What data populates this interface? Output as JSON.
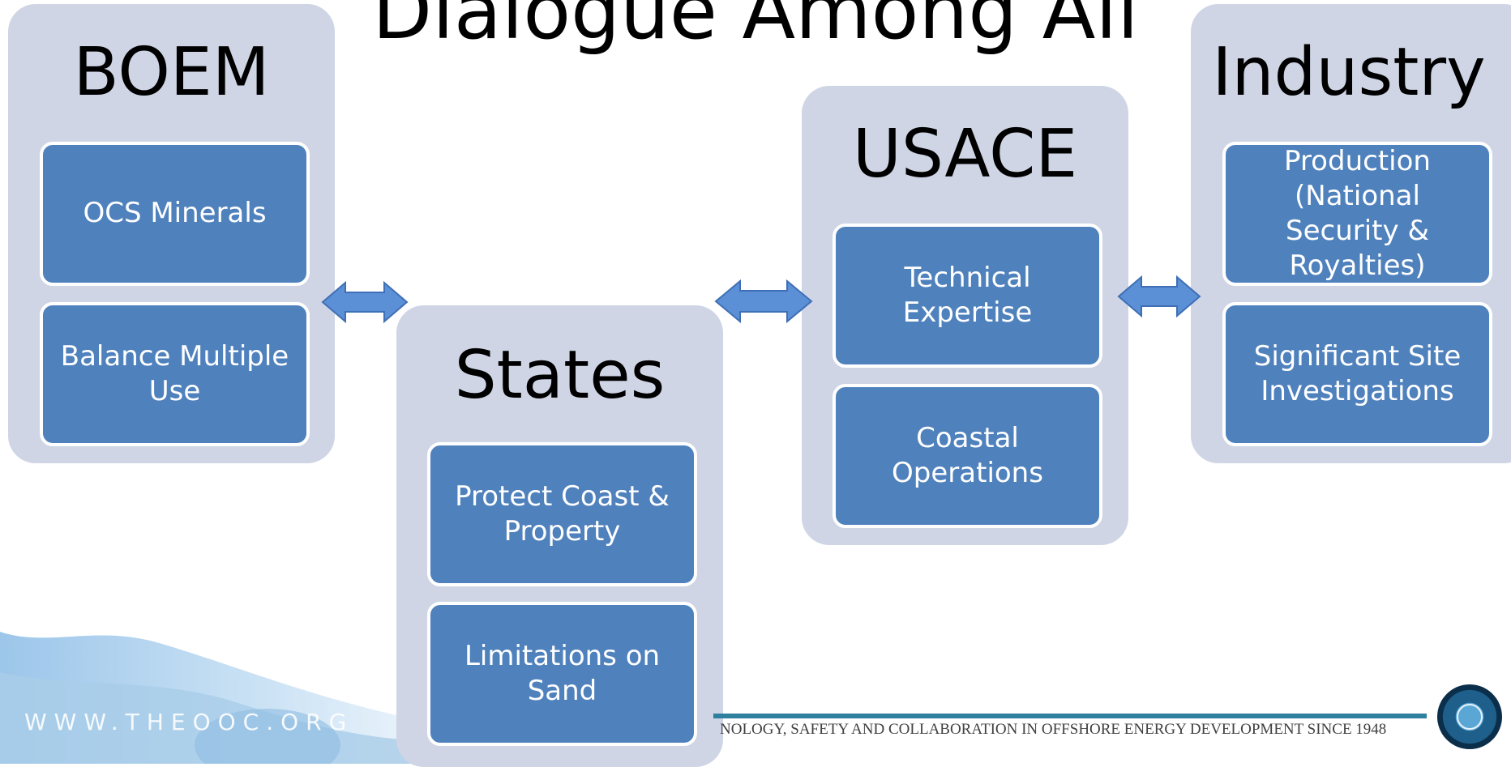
{
  "title": "Dialogue Among All",
  "groups": {
    "boem": {
      "label": "BOEM",
      "items": [
        "OCS Minerals",
        "Balance Multiple Use"
      ]
    },
    "states": {
      "label": "States",
      "items": [
        "Protect Coast & Property",
        "Limitations on Sand"
      ]
    },
    "usace": {
      "label": "USACE",
      "items": [
        "Technical Expertise",
        "Coastal Operations"
      ]
    },
    "industry": {
      "label": "Industry",
      "items": [
        "Production (National Security & Royalties)",
        "Significant Site Investigations"
      ]
    }
  },
  "footer": {
    "url": "WWW.THEOOC.ORG",
    "tagline": "NOLOGY, SAFETY AND COLLABORATION IN OFFSHORE ENERGY DEVELOPMENT SINCE 1948"
  },
  "colors": {
    "group_bg": "#cfd5e5",
    "box_bg": "#4f81bd",
    "arrow": "#5b8fd6"
  }
}
